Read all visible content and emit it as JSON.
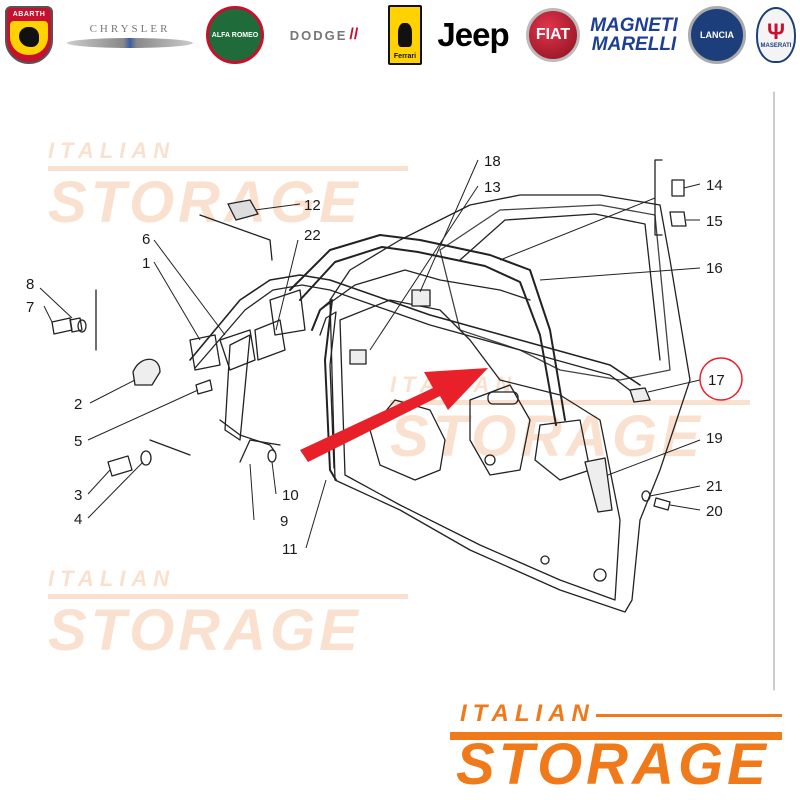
{
  "brands": {
    "abarth": "ABARTH",
    "chrysler": "CHRYSLER",
    "alfa_romeo": "ALFA ROMEO",
    "dodge": "DODGE",
    "dodge_mark": "//",
    "ferrari": "Ferrari",
    "jeep": "Jeep",
    "fiat": "FIAT",
    "magneti_marelli_line1": "MAGNETI",
    "magneti_marelli_line2": "MARELLI",
    "lancia": "LANCIA",
    "maserati": "MASERATI"
  },
  "watermark": {
    "small": "ITALIAN",
    "big": "STORAGE"
  },
  "footer": {
    "small": "ITALIAN",
    "big": "STORAGE",
    "color": "#f07a1a"
  },
  "diagram": {
    "highlight_color": "#e8202a",
    "highlighted_part": "17",
    "labels": {
      "l1": "1",
      "l2": "2",
      "l3": "3",
      "l4": "4",
      "l5": "5",
      "l6": "6",
      "l7": "7",
      "l8": "8",
      "l9": "9",
      "l10": "10",
      "l11": "11",
      "l12": "12",
      "l13": "13",
      "l14": "14",
      "l15": "15",
      "l16": "16",
      "l17": "17",
      "l18": "18",
      "l19": "19",
      "l20": "20",
      "l21": "21",
      "l22": "22"
    }
  }
}
